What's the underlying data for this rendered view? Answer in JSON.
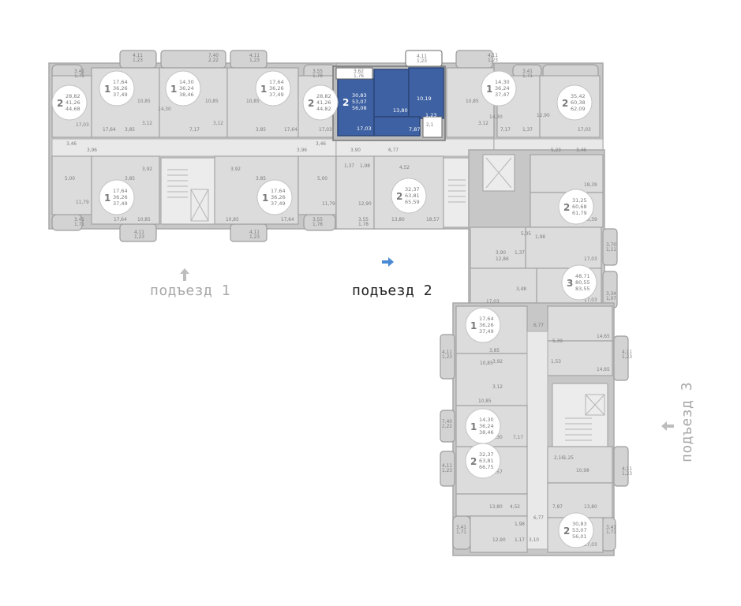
{
  "entrances": {
    "e1": "подъезд 1",
    "e2": "подъезд 2",
    "e3": "подъезд 3"
  },
  "colors": {
    "active": "#4a8ad4",
    "highlight": "#3e61a3",
    "inactive": "#c7c7c7"
  },
  "highlighted": {
    "rooms": "2",
    "a1": "30,83",
    "a2": "53,07",
    "a3": "56,08",
    "r1": "17,03",
    "r2": "13,80",
    "r3": "10,19",
    "r4": "7,87",
    "r5": "1,23",
    "r6": "2,1",
    "bal1": "3,62",
    "bal1b": "1,76",
    "bal2": "4,11",
    "bal2b": "1,23"
  },
  "apartments": [
    {
      "rooms": "2",
      "a1": "28,82",
      "a2": "41,26",
      "a3": "44,68"
    },
    {
      "rooms": "1",
      "a1": "17,64",
      "a2": "36,26",
      "a3": "37,49"
    },
    {
      "rooms": "1",
      "a1": "14,30",
      "a2": "36,24",
      "a3": "38,46"
    },
    {
      "rooms": "1",
      "a1": "17,64",
      "a2": "36,26",
      "a3": "37,49"
    },
    {
      "rooms": "2",
      "a1": "28,82",
      "a2": "41,26",
      "a3": "44,82"
    },
    {
      "rooms": "1",
      "a1": "14,30",
      "a2": "36,24",
      "a3": "37,47"
    },
    {
      "rooms": "2",
      "a1": "35,42",
      "a2": "60,38",
      "a3": "62,09"
    },
    {
      "rooms": "1",
      "a1": "17,64",
      "a2": "36,26",
      "a3": "37,49"
    },
    {
      "rooms": "1",
      "a1": "17,64",
      "a2": "36,26",
      "a3": "37,49"
    },
    {
      "rooms": "2",
      "a1": "32,37",
      "a2": "63,81",
      "a3": "65,59"
    },
    {
      "rooms": "2",
      "a1": "31,25",
      "a2": "60,68",
      "a3": "61,79"
    },
    {
      "rooms": "3",
      "a1": "48,71",
      "a2": "80,55",
      "a3": "83,55"
    },
    {
      "rooms": "1",
      "a1": "17,64",
      "a2": "36,26",
      "a3": "37,49"
    },
    {
      "rooms": "1",
      "a1": "14,30",
      "a2": "36,24",
      "a3": "38,46"
    },
    {
      "rooms": "2",
      "a1": "32,37",
      "a2": "63,81",
      "a3": "66,75"
    },
    {
      "rooms": "2",
      "a1": "30,83",
      "a2": "53,07",
      "a3": "56,01"
    }
  ],
  "labels": {
    "l01": "4,11",
    "l02": "1,23",
    "l03": "7,40",
    "l04": "2,22",
    "l05": "4,11",
    "l06": "1,23",
    "l07": "3,41",
    "l08": "1,71",
    "l09": "10,85",
    "l10": "10,85",
    "l11": "10,85",
    "l12": "14,30",
    "l13": "17,03",
    "l14": "17,64",
    "l15": "3,85",
    "l16": "3,12",
    "l17": "7,17",
    "l18": "3,12",
    "l19": "3,85",
    "l20": "17,64",
    "l21": "17,03",
    "l22": "3,96",
    "l23": "3,46",
    "l24": "3,96",
    "l25": "3,46",
    "l26": "5,00",
    "l27": "11,79",
    "l28": "3,92",
    "l29": "3,85",
    "l30": "3,92",
    "l31": "3,85",
    "l32": "10,85",
    "l33": "17,64",
    "l34": "10,85",
    "l35": "17,64",
    "l36": "5,00",
    "l37": "11,79",
    "l38": "4,11",
    "l39": "1,23",
    "l40": "4,11",
    "l41": "1,23",
    "l42": "3,41",
    "l43": "1,71",
    "l44": "3,55",
    "l45": "1,78",
    "l46": "3,55",
    "l47": "1,78",
    "l48": "3,90",
    "l49": "6,77",
    "l50": "1,37",
    "l51": "1,98",
    "l52": "4,52",
    "l53": "12,90",
    "l54": "13,80",
    "l55": "18,57",
    "l56": "3,55",
    "l57": "1,78",
    "l58": "10,85",
    "l59": "3,12",
    "l60": "14,30",
    "l61": "7,17",
    "l62": "1,37",
    "l63": "12,90",
    "l64": "17,03",
    "l65": "5,23",
    "l66": "3,46",
    "l67": "3,41",
    "l68": "1,71",
    "l69": "18,39",
    "l70": "18,39",
    "l71": "4,11",
    "l72": "1,23",
    "l73": "5,35",
    "l74": "1,98",
    "l75": "12,86",
    "l76": "3,90",
    "l77": "1,37",
    "l78": "17,03",
    "l79": "3,70",
    "l80": "1,11",
    "l81": "3,48",
    "l82": "17,03",
    "l83": "3,34",
    "l84": "1,07",
    "l85": "17,03",
    "l86": "17,64",
    "l87": "6,77",
    "l88": "14,65",
    "l89": "5,39",
    "l90": "4,11",
    "l91": "1,23",
    "l92": "3,85",
    "l93": "10,85",
    "l94": "3,92",
    "l95": "1,53",
    "l96": "14,65",
    "l97": "3,12",
    "l98": "4,11",
    "l99": "1,23",
    "m01": "10,85",
    "m02": "7,40",
    "m03": "2,22",
    "m04": "14,30",
    "m05": "7,17",
    "m06": "18,57",
    "m07": "2,16",
    "m08": "1,25",
    "m09": "10,98",
    "m10": "4,11",
    "m11": "1,23",
    "m12": "4,11",
    "m13": "1,23",
    "m14": "13,80",
    "m15": "4,52",
    "m16": "7,87",
    "m17": "13,80",
    "m18": "6,77",
    "m19": "1,98",
    "m20": "3,41",
    "m21": "1,71",
    "m22": "12,90",
    "m23": "1,17",
    "m24": "3,10",
    "m25": "17,03",
    "m26": "3,41",
    "m27": "1,71"
  }
}
